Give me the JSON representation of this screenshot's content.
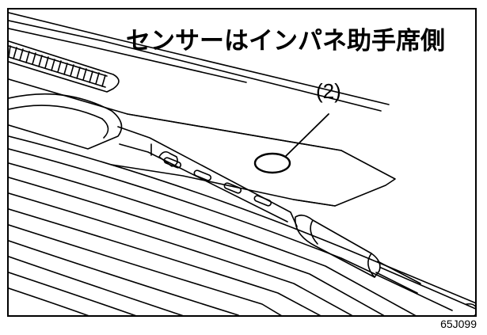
{
  "diagram": {
    "title": "センサーはインパネ助手席側",
    "callout_label": "(2)",
    "figure_code": "65J099"
  },
  "colors": {
    "line": "#000000",
    "background": "#ffffff"
  }
}
